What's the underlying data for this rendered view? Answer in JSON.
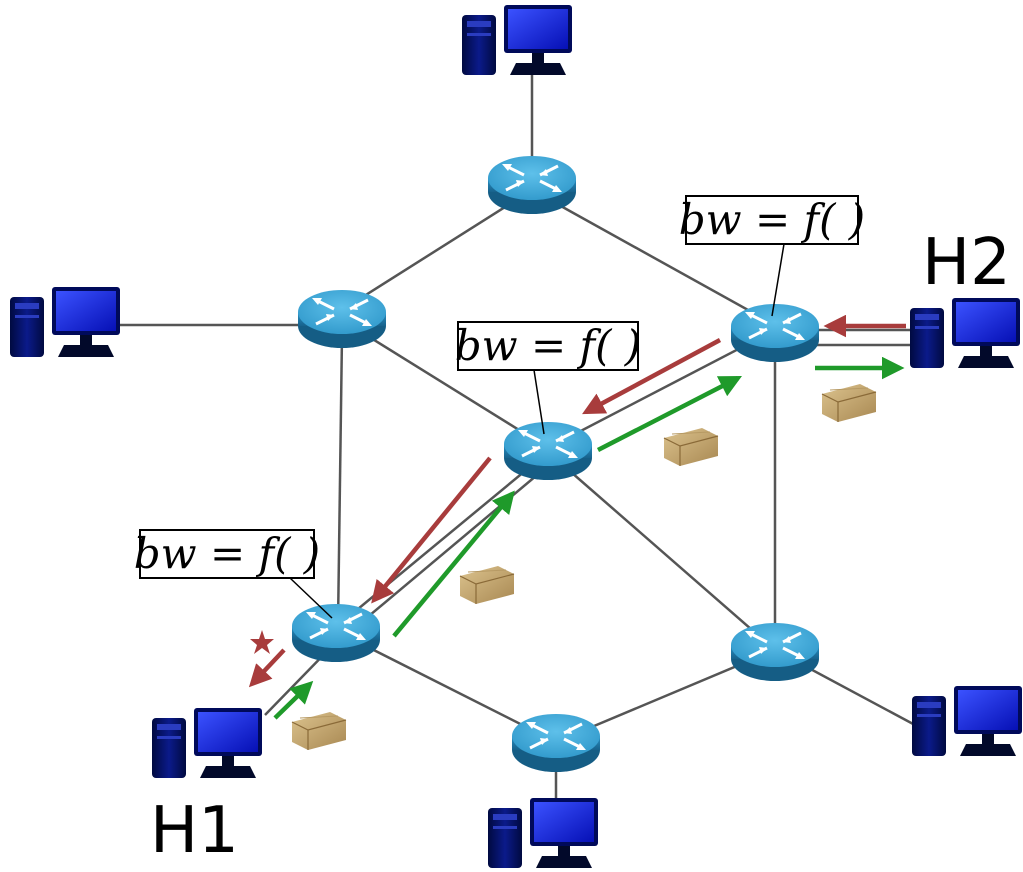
{
  "diagram": {
    "host_labels": {
      "h1": "H1",
      "h2": "H2"
    },
    "bandwidth_function_label": "bw = f( )",
    "icons": {
      "router": "router-icon",
      "host": "desktop-computer-icon",
      "packet": "parcel-box-icon",
      "drop": "star-icon"
    },
    "colors": {
      "router_top": "#3aa6d6",
      "router_side": "#1f79a8",
      "host_screen": "#0a1fe0",
      "host_tower": "#0b1470",
      "link": "#555555",
      "forward_arrow": "#1f9a2a",
      "return_arrow": "#a83c3c",
      "packet": "#c9a86a"
    }
  }
}
